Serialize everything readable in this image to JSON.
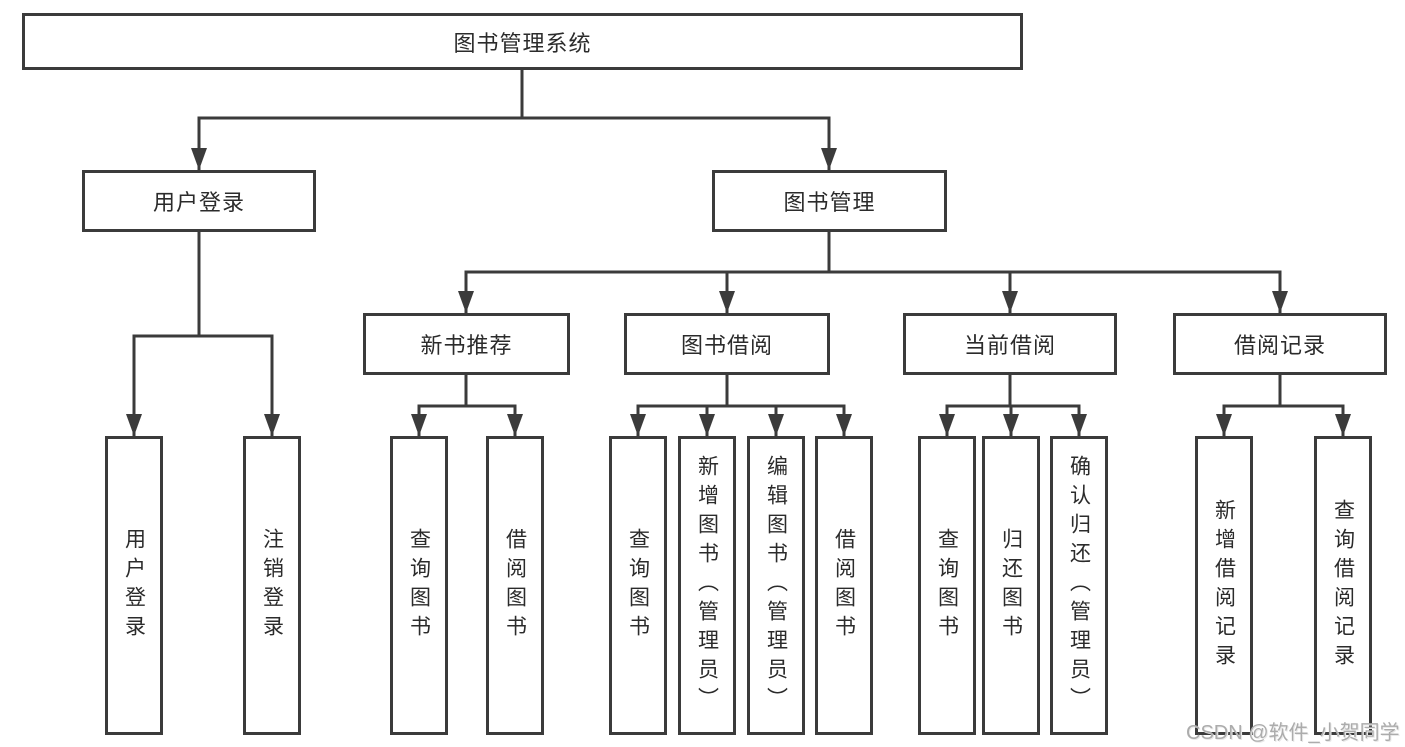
{
  "colors": {
    "line": "#3b3b3b",
    "box_border": "#3b3b3b",
    "text": "#2b2b2b",
    "background": "#ffffff",
    "watermark": "#acacac"
  },
  "diagram": {
    "title": "图书管理系统",
    "level2": [
      {
        "label": "用户登录",
        "parent": "图书管理系统"
      },
      {
        "label": "图书管理",
        "parent": "图书管理系统"
      }
    ],
    "level3": [
      {
        "label": "新书推荐",
        "parent": "图书管理"
      },
      {
        "label": "图书借阅",
        "parent": "图书管理"
      },
      {
        "label": "当前借阅",
        "parent": "图书管理"
      },
      {
        "label": "借阅记录",
        "parent": "图书管理"
      }
    ],
    "leaves": [
      {
        "label": "用户登录",
        "parent": "用户登录"
      },
      {
        "label": "注销登录",
        "parent": "用户登录"
      },
      {
        "label": "查询图书",
        "parent": "新书推荐"
      },
      {
        "label": "借阅图书",
        "parent": "新书推荐"
      },
      {
        "label": "查询图书",
        "parent": "图书借阅"
      },
      {
        "label": "新增图书（管理员）",
        "parent": "图书借阅"
      },
      {
        "label": "编辑图书（管理员）",
        "parent": "图书借阅"
      },
      {
        "label": "借阅图书",
        "parent": "图书借阅"
      },
      {
        "label": "查询图书",
        "parent": "当前借阅"
      },
      {
        "label": "归还图书",
        "parent": "当前借阅"
      },
      {
        "label": "确认归还（管理员）",
        "parent": "当前借阅"
      },
      {
        "label": "新增借阅记录",
        "parent": "借阅记录"
      },
      {
        "label": "查询借阅记录",
        "parent": "借阅记录"
      }
    ]
  },
  "watermark": {
    "text": "CSDN @软件_小贺同学"
  }
}
